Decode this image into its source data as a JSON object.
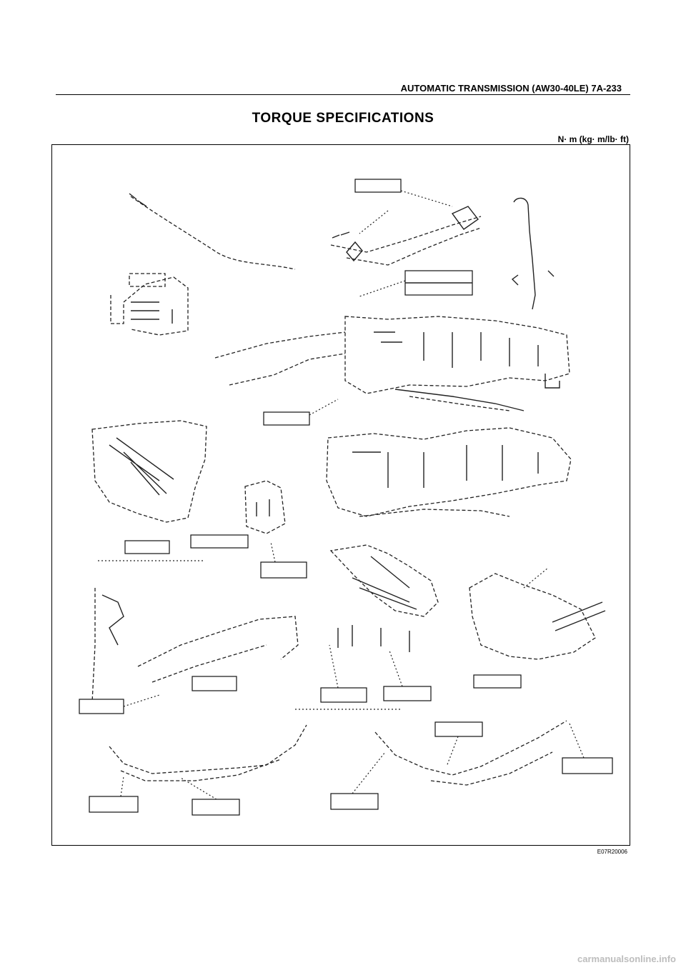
{
  "header": {
    "title": "AUTOMATIC TRANSMISSION (AW30-40LE)  7A-233"
  },
  "page_title": "TORQUE SPECIFICATIONS",
  "units": "N· m (kg· m/lb· ft)",
  "figure": {
    "code": "E07R20006"
  },
  "watermark": "carmanualsonline.info"
}
